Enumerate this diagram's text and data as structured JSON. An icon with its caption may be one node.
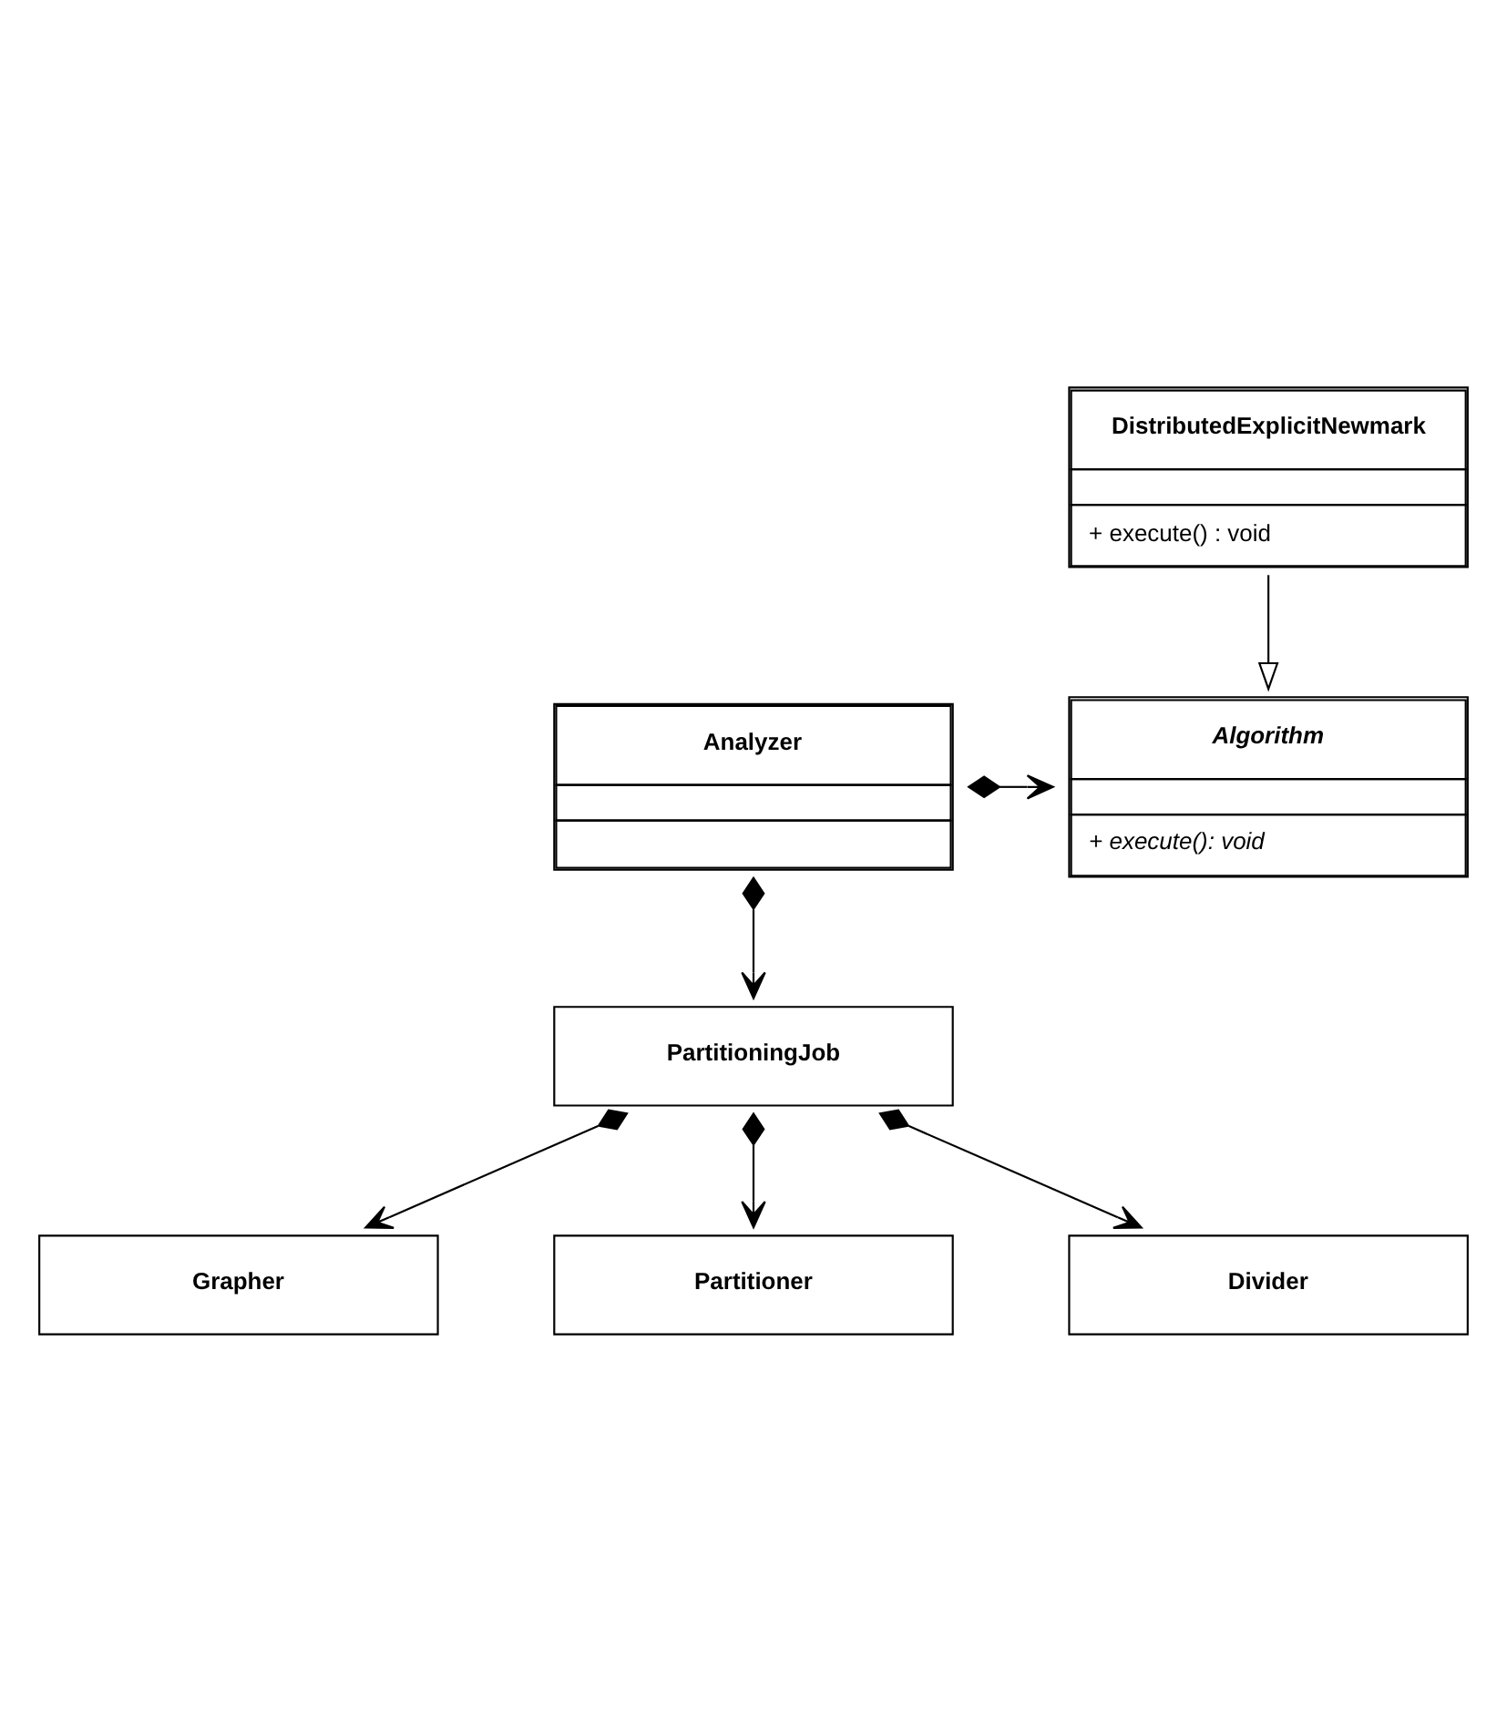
{
  "diagram": {
    "nodes": [
      {
        "text": [
          "DistributedExplicitNewmark",
          "+ execute() : void"
        ]
      },
      {
        "text": [
          "Algorithm",
          "+ execute(): void"
        ]
      },
      {
        "text": [
          "Analyzer"
        ]
      },
      {
        "text": [
          "Grapher"
        ]
      },
      {
        "text": [
          "PartitioningJob"
        ]
      },
      {
        "text": [
          "Partitioner"
        ]
      },
      {
        "text": [
          "Divider"
        ]
      }
    ],
    "edges": [
      {
        "from": 0,
        "to": 1,
        "arrow": "to"
      },
      {
        "from": 2,
        "to": 1,
        "arrow": "to"
      },
      {
        "from": 2,
        "to": 4,
        "arrow": "to"
      },
      {
        "from": 4,
        "to": 3,
        "arrow": "to"
      },
      {
        "from": 4,
        "to": 5,
        "arrow": "to"
      },
      {
        "from": 4,
        "to": 6,
        "arrow": "to"
      }
    ]
  }
}
